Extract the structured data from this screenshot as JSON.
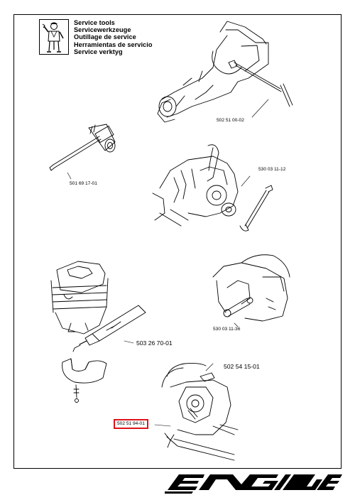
{
  "header": {
    "lines": [
      "Service tools",
      "Servicewerkzeuge",
      "Outillage de service",
      "Herramientas de servicio",
      "Service verktyg"
    ]
  },
  "parts": {
    "top_right": "502 51 00-02",
    "left_wrench": "501 69 17-01",
    "flywheel_puller": "530 03 11-12",
    "cylinder_sealant": "503 26 70-01",
    "piston_stop": "530 03 11-36",
    "lower_right": "502 54 15-01",
    "highlighted": "502 51 94-01"
  },
  "colors": {
    "highlight": "#e0131b",
    "ink": "#000000"
  },
  "brand": {
    "logo_text": "ENGINE"
  },
  "icons": [
    "mechanic-icon"
  ]
}
